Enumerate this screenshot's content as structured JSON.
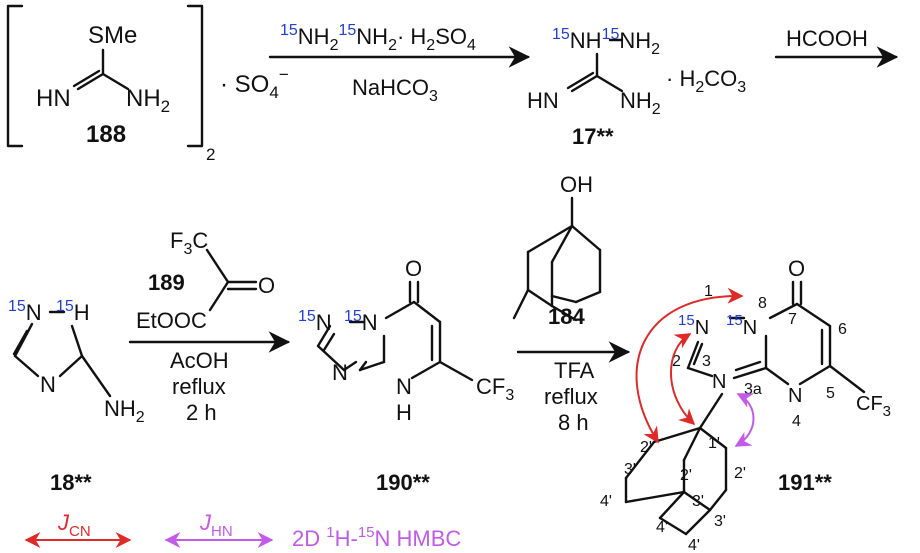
{
  "scheme": {
    "top": {
      "smeth": "SMe",
      "hn": "HN",
      "nh2": "NH",
      "sub2": "2",
      "c188": "188",
      "sulfate": "·  SO",
      "sulfate_sub": "4",
      "sulfate_sup": "−",
      "bracket_sub": "2",
      "r1_iso1": "15",
      "r1_n1": "NH",
      "r1_iso2": "15",
      "r1_n2": "NH",
      "r1_rest": "· H",
      "r1_so": "SO",
      "r1_4": "4",
      "r1_sub": "2",
      "r1_base": "NaHCO",
      "r1_base_sub": "3",
      "p17_iso1": "15",
      "p17_nh": "NH",
      "p17_iso2": "15",
      "p17_nh2": "NH",
      "p17_hn": "HN",
      "p17_nh2b": "NH",
      "c17": "17**",
      "h2co3": "·  H",
      "h2co3_2": "CO",
      "h2co3_3": "3",
      "hcooh": "HCOOH"
    },
    "bottom": {
      "n15a": "15",
      "nA": "N",
      "n15b": "15",
      "nH": "H",
      "n_ring": "N",
      "nh2": "NH",
      "c18": "18**",
      "f3c": "F",
      "f3c_sub": "3",
      "f3c_c": "C",
      "c189": "189",
      "o189": "O",
      "etooc": "EtOOC",
      "acoh": "AcOH",
      "reflux": "reflux",
      "time1": "2 h",
      "o190": "O",
      "n190a_iso": "15",
      "n190a": "N",
      "n190b_iso": "15",
      "n190b": "N",
      "n190c": "N",
      "nh190": "N",
      "h190": "H",
      "cf3_190": "CF",
      "cf3_sub": "3",
      "c190": "190**",
      "oh": "OH",
      "c184": "184",
      "tfa": "TFA",
      "reflux2": "reflux",
      "time2": "8 h",
      "o191": "O",
      "n191_iso1": "15",
      "n191_n1": "N",
      "n191_iso8": "15",
      "n191_n8": "N",
      "lab1": "1",
      "lab8": "8",
      "lab7": "7",
      "lab6": "6",
      "lab2": "2",
      "lab3": "3",
      "n191_n3": "N",
      "lab3a": "3a",
      "n191_n4": "N",
      "lab4": "4",
      "lab5": "5",
      "cf3_191": "CF",
      "cf3_191_sub": "3",
      "ad1": "1'",
      "ad2a": "2'",
      "ad2b": "2'",
      "ad2c": "2'",
      "ad3a": "3'",
      "ad3b": "3'",
      "ad3c": "3'",
      "ad4a": "4'",
      "ad4b": "4'",
      "ad4c": "4'",
      "c191": "191**"
    },
    "legend": {
      "jcn_j": "J",
      "jcn_sub": "CN",
      "jhn_j": "J",
      "jhn_sub": "HN",
      "hmbc_a": "2D ",
      "hmbc_sup1": "1",
      "hmbc_b": "H-",
      "hmbc_sup2": "15",
      "hmbc_c": "N HMBC"
    }
  },
  "colors": {
    "isotope": "#1f3fd8",
    "jcn": "#e02a2a",
    "jhn": "#c25be8",
    "ink": "#111111"
  }
}
